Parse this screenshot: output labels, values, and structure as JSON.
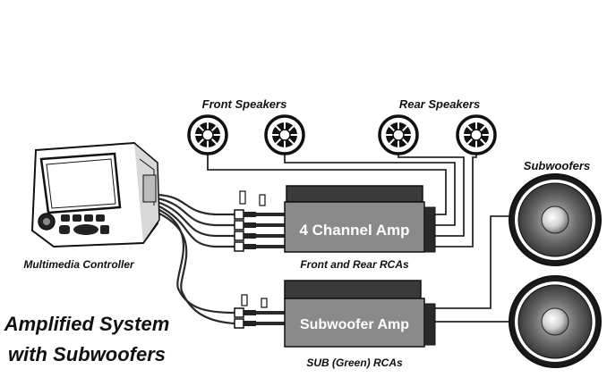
{
  "labels": {
    "front_speakers": "Front Speakers",
    "rear_speakers": "Rear Speakers",
    "subwoofers": "Subwoofers",
    "multimedia_controller": "Multimedia Controller",
    "four_channel_amp": "4 Channel Amp",
    "subwoofer_amp": "Subwoofer Amp",
    "front_rear_rcas": "Front and Rear RCAs",
    "sub_green_rcas": "SUB (Green) RCAs",
    "title_line1": "Amplified System",
    "title_line2": "with Subwoofers"
  },
  "colors": {
    "amp_dark": "#3a3a3a",
    "amp_mid": "#8a8a8a",
    "wire": "#2a2a2a",
    "outline": "#111111"
  },
  "icons": {
    "controller": "multimedia-controller-icon",
    "speaker": "speaker-icon",
    "subwoofer": "subwoofer-icon",
    "rca": "rca-plug-icon"
  }
}
